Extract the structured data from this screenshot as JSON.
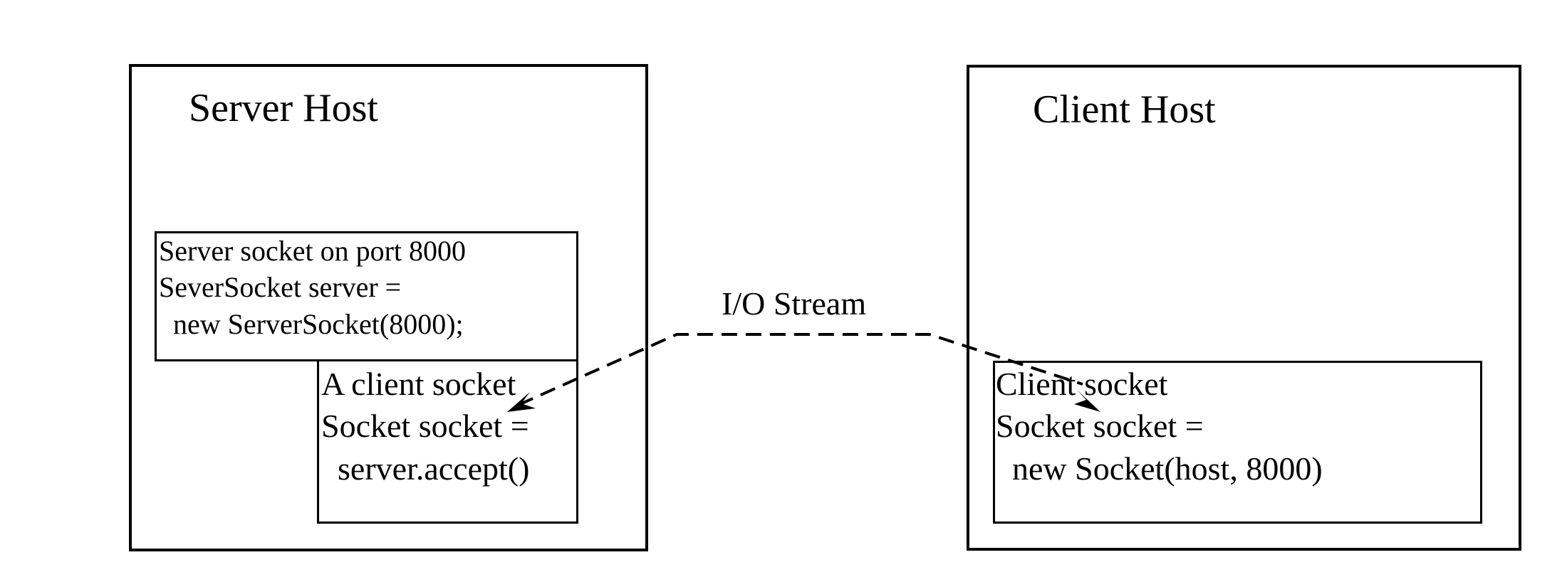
{
  "server_host": {
    "title": "Server Host",
    "server_socket": {
      "lines": [
        "Server socket on port 8000",
        "SeverSocket server =",
        "  new ServerSocket(8000);"
      ]
    },
    "client_socket": {
      "lines": [
        "A client socket",
        "Socket socket =",
        "  server.accept()"
      ]
    }
  },
  "client_host": {
    "title": "Client Host",
    "client_socket": {
      "lines": [
        "Client socket",
        "Socket socket =",
        "  new Socket(host, 8000)"
      ]
    }
  },
  "connection": {
    "label": "I/O Stream"
  }
}
